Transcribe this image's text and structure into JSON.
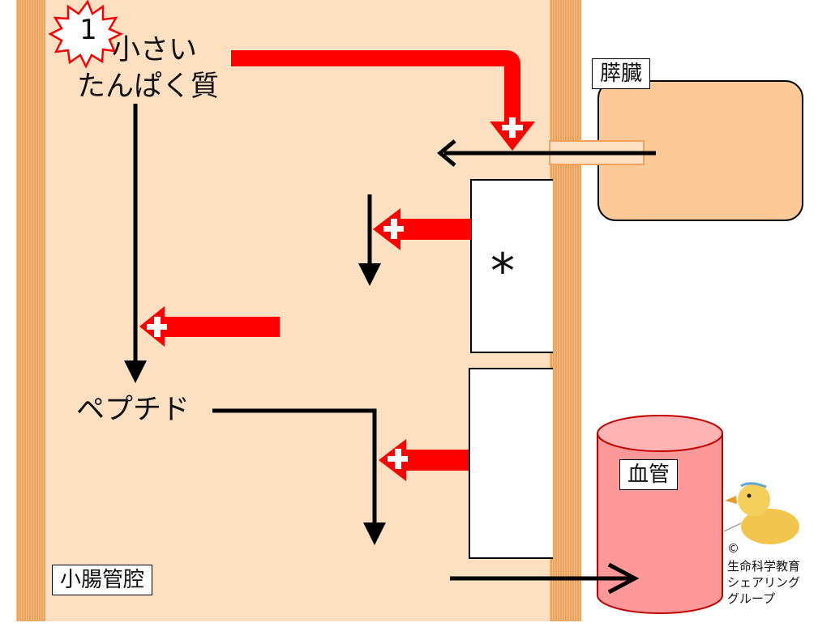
{
  "labels": {
    "badge_number": "1",
    "small_protein_line1": "小さい",
    "small_protein_line2": "たんぱく質",
    "peptide": "ペプチド",
    "pancreas": "膵臓",
    "lumen": "小腸管腔",
    "vessel": "血管",
    "asterisk": "*"
  },
  "credit": {
    "copyright": "©",
    "line1": "生命科学教育",
    "line2": "シェアリング",
    "line3": "グループ"
  },
  "colors": {
    "lumen": "#fddfc2",
    "wall": "#e9a35e",
    "enzyme_arrow": "#ff0000",
    "pancreas": "#fdc996",
    "vessel": "#ff9999"
  }
}
